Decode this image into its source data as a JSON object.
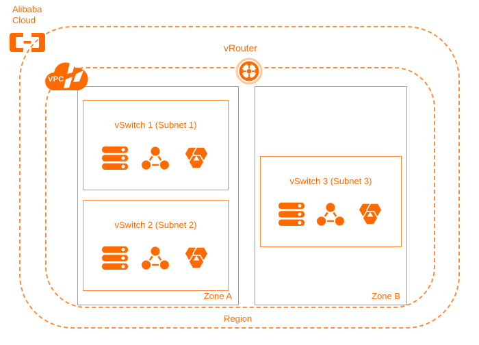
{
  "brand": {
    "name": "Alibaba\nCloud",
    "logo_icon": "alibaba-cloud-logo-icon"
  },
  "boundaries": {
    "region_label": "Region",
    "vpc_label": "VPC",
    "vpc_icon": "cloud-icon",
    "region_border_color": "#FF8C3A",
    "vpc_border_color": "#FF8C3A"
  },
  "router": {
    "label": "vRouter",
    "icon": "vrouter-four-way-arrow-icon"
  },
  "colors": {
    "orange": "#FF6A00",
    "orange_light": "#FF8A33",
    "gray_border": "#9a9a9a",
    "white": "#ffffff"
  },
  "zones": [
    {
      "id": "zone-a",
      "label": "Zone A",
      "vswitches": [
        {
          "id": "vswitch-1",
          "title": "vSwitch 1 (Subnet 1)",
          "resources": [
            {
              "icon": "server-stack-icon",
              "name": "ecs-server"
            },
            {
              "icon": "network-nodes-icon",
              "name": "network-cluster"
            },
            {
              "icon": "hexagon-cluster-icon",
              "name": "container-cluster"
            }
          ]
        },
        {
          "id": "vswitch-2",
          "title": "vSwitch 2 (Subnet 2)",
          "resources": [
            {
              "icon": "server-stack-icon",
              "name": "ecs-server"
            },
            {
              "icon": "network-nodes-icon",
              "name": "network-cluster"
            },
            {
              "icon": "hexagon-cluster-icon",
              "name": "container-cluster"
            }
          ]
        }
      ]
    },
    {
      "id": "zone-b",
      "label": "Zone B",
      "vswitches": [
        {
          "id": "vswitch-3",
          "title": "vSwitch 3 (Subnet 3)",
          "resources": [
            {
              "icon": "server-stack-icon",
              "name": "ecs-server"
            },
            {
              "icon": "network-nodes-icon",
              "name": "network-cluster"
            },
            {
              "icon": "hexagon-cluster-icon",
              "name": "container-cluster"
            }
          ]
        }
      ]
    }
  ]
}
